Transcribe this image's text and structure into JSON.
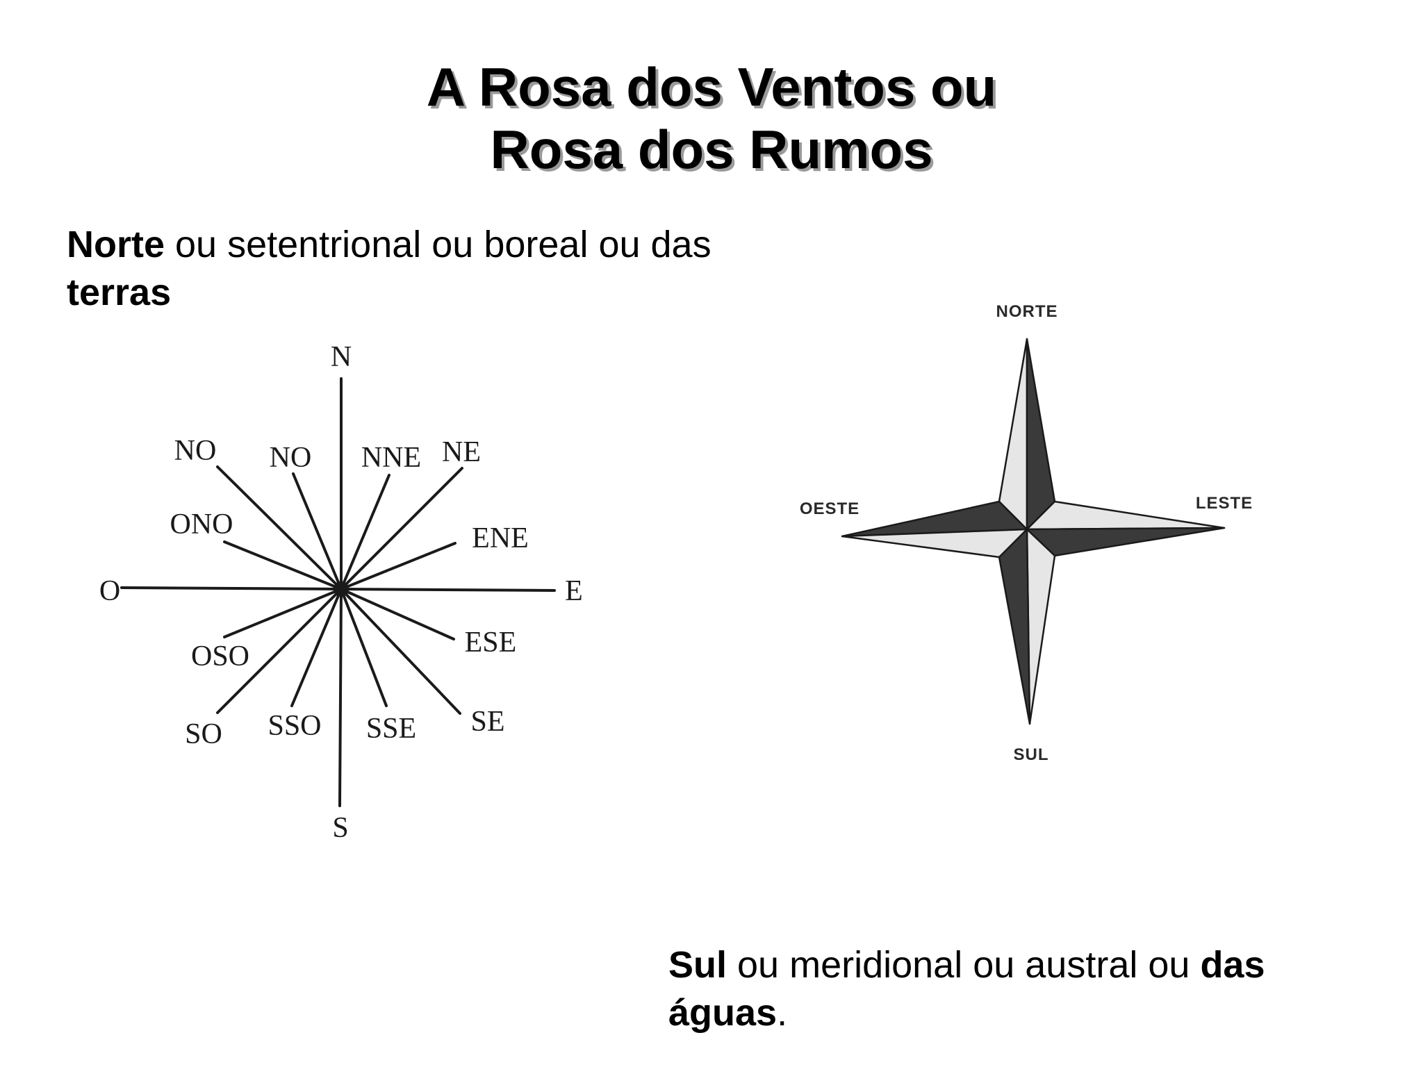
{
  "title": {
    "line1": "A Rosa dos Ventos ou",
    "line2": "Rosa dos Rumos"
  },
  "north_caption": {
    "bold1": "Norte",
    "text1": " ou setentrional ou boreal ou das ",
    "bold2": "terras"
  },
  "south_caption": {
    "bold1": "Sul",
    "text1": " ou meridional ou austral ou ",
    "bold2": "das águas",
    "text2": "."
  },
  "rose16": {
    "labels": {
      "n": "N",
      "s": "S",
      "e": "E",
      "o": "O",
      "no_outer": "NO",
      "no_inner": "NO",
      "nne": "NNE",
      "ne": "NE",
      "ono": "ONO",
      "ene": "ENE",
      "oso": "OSO",
      "ese": "ESE",
      "so": "SO",
      "sso": "SSO",
      "sse": "SSE",
      "se": "SE"
    }
  },
  "rose4": {
    "labels": {
      "norte": "NORTE",
      "sul": "SUL",
      "leste": "LESTE",
      "oeste": "OESTE"
    },
    "colors": {
      "dark": "#3a3a3a",
      "light": "#e6e6e6"
    }
  }
}
